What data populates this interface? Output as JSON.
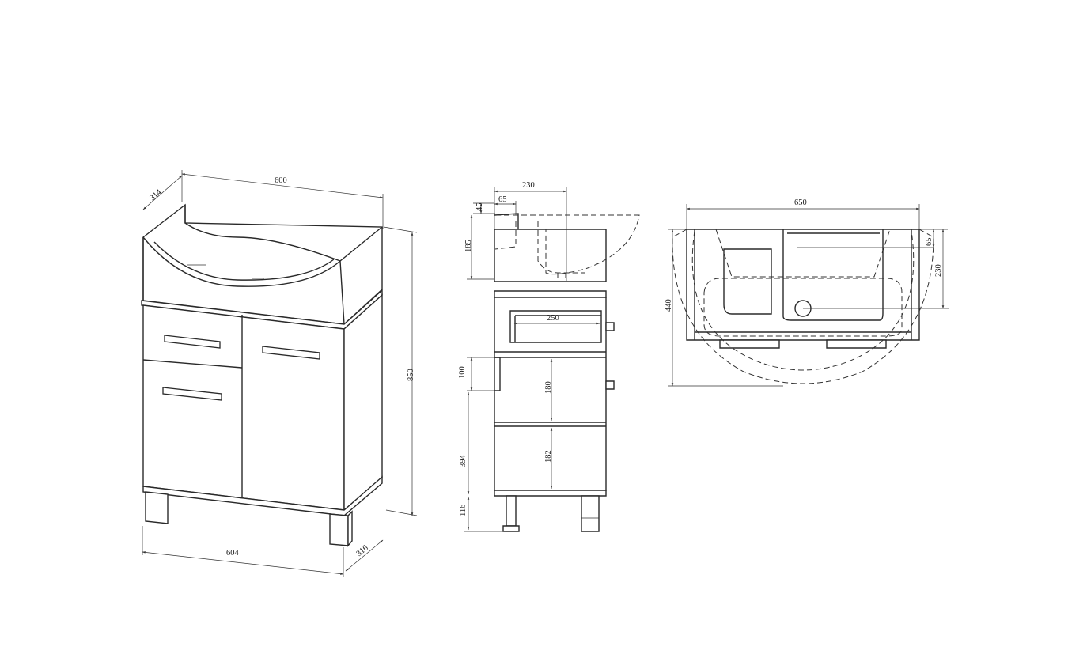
{
  "iso_view": {
    "width_top": "600",
    "depth_top": "314",
    "height": "850",
    "width_bottom": "604",
    "depth_bottom": "316"
  },
  "side_view": {
    "top_offset": "230",
    "inner_offset": "65",
    "top_gap": "45",
    "basin_height": "185",
    "drawer_width": "250",
    "gap": "100",
    "shelf_upper": "180",
    "shelf_lower": "182",
    "lower_section": "394",
    "leg_height": "116"
  },
  "top_view": {
    "width": "650",
    "depth": "440",
    "offset_small": "65",
    "offset_large": "230"
  }
}
